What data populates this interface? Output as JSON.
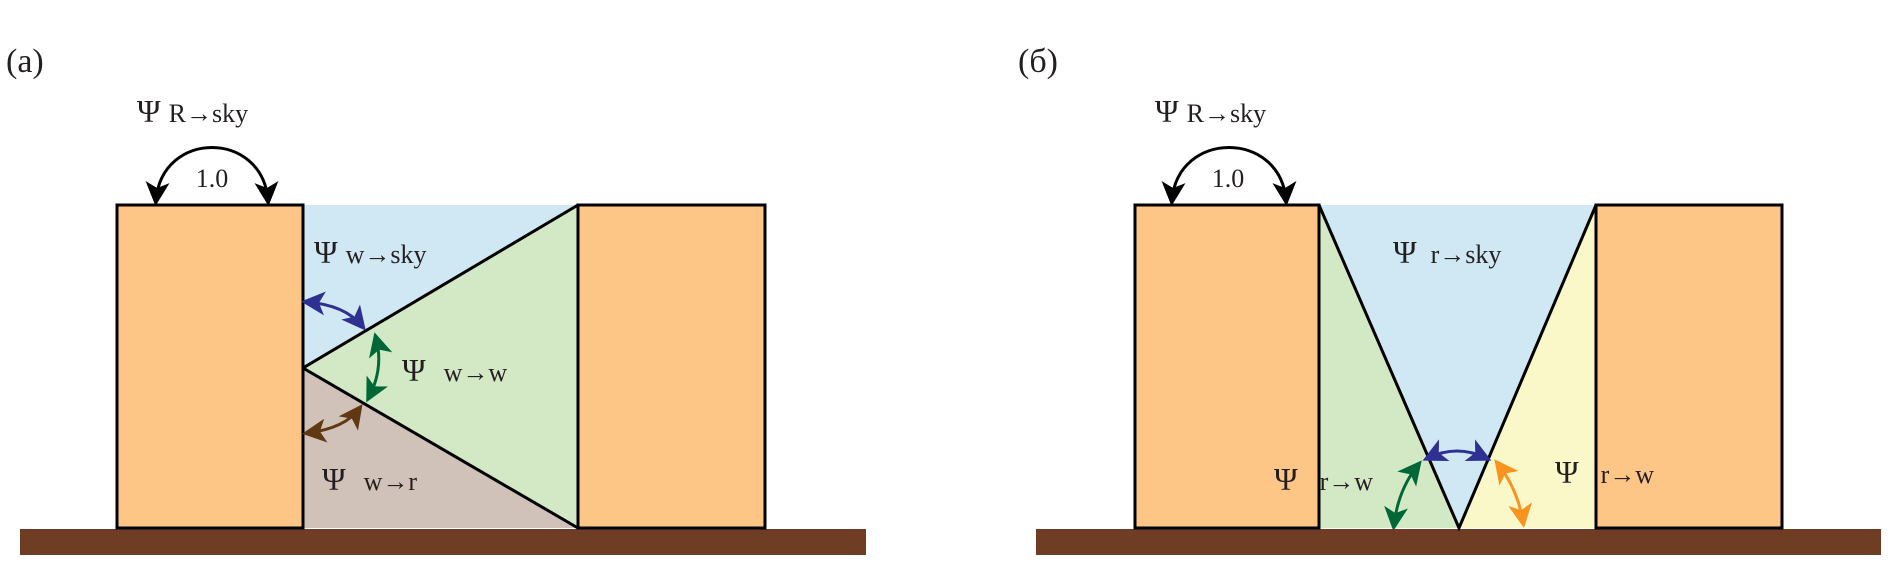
{
  "panels": [
    {
      "label": "(a)",
      "roof_label": {
        "symbol": "Ψ",
        "sub": "R→sky"
      },
      "roof_value": "1.0",
      "regions": [
        {
          "symbol": "Ψ",
          "sub": "w→sky"
        },
        {
          "symbol": "Ψ",
          "sub": "w→w"
        },
        {
          "symbol": "Ψ",
          "sub": "w→r"
        }
      ]
    },
    {
      "label": "(б)",
      "roof_label": {
        "symbol": "Ψ",
        "sub": "R→sky"
      },
      "roof_value": "1.0",
      "regions": [
        {
          "symbol": "Ψ",
          "sub": "r→sky"
        },
        {
          "symbol": "Ψ",
          "sub": "r→w"
        },
        {
          "symbol": "Ψ",
          "sub": "r→w"
        }
      ]
    }
  ],
  "colors": {
    "building": "#FDC586",
    "sky": "#D0E8F4",
    "wall_green": "#D3E8C4",
    "road": "#D0C2B8",
    "wall_yellow": "#FAF8C8",
    "ground": "#6F3D24",
    "arrow_blue": "#2E3192",
    "arrow_green": "#006837",
    "arrow_brown": "#603913",
    "arrow_orange": "#F7931E"
  }
}
